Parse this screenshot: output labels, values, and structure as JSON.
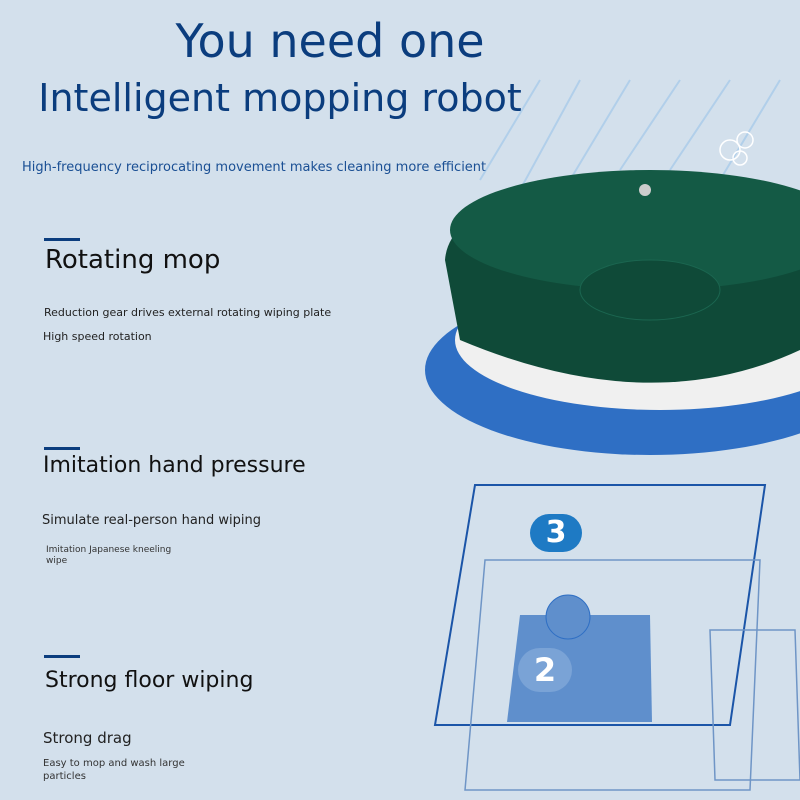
{
  "header": {
    "line1": "You need one",
    "line2": "Intelligent mopping robot",
    "tagline": "High-frequency reciprocating movement makes cleaning more efficient"
  },
  "features": [
    {
      "title": "Rotating mop",
      "desc1": "Reduction gear drives external rotating wiping plate",
      "desc2": "High speed rotation"
    },
    {
      "title": "Imitation hand pressure",
      "desc1": "Simulate real-person hand wiping",
      "desc2": "Imitation Japanese kneeling wipe"
    },
    {
      "title": "Strong floor wiping",
      "desc1": "Strong drag",
      "desc2": "Easy to mop and wash large particles"
    }
  ],
  "diagram": {
    "badge3": "3",
    "badge2": "2"
  },
  "colors": {
    "accent": "#0b3d7e",
    "robot": "#0f4a38",
    "mop": "#2f6fc4"
  }
}
